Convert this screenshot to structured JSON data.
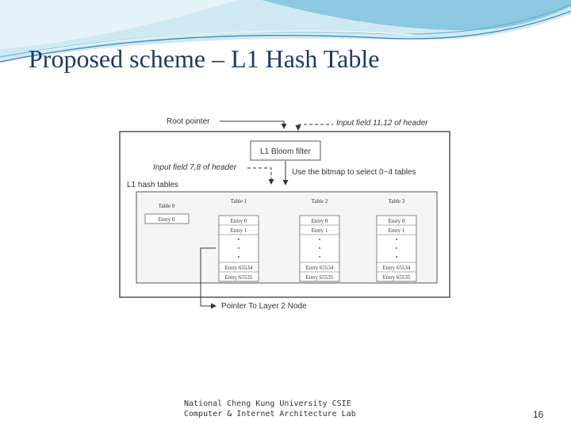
{
  "slide": {
    "title": "Proposed scheme – L1 Hash Table",
    "footer_line1": "National Cheng Kung University CSIE",
    "footer_line2": "Computer & Internet Architecture Lab",
    "page_number": "16"
  },
  "colors": {
    "title": "#1f3a66",
    "wave_light": "#cfe9f3",
    "wave_mid": "#8cc8df",
    "wave_dark": "#2f89b5"
  },
  "diagram": {
    "root_pointer": "Root pointer",
    "input_field_11_12": "Input field 11,12 of header",
    "bloom_filter": "L1 Bloom filter",
    "input_field_7_8": "Input field 7,8 of header",
    "bitmap_note": "Use the bitmap to select 0~4 tables",
    "hash_tables_label": "L1 hash tables",
    "pointer_layer2": "Pointer To Layer 2 Node",
    "table0": {
      "name": "Table 0",
      "entries": [
        "Entry 0"
      ]
    },
    "tables": [
      {
        "name": "Table 1",
        "top": [
          "Entry 0",
          "Entry 1"
        ],
        "bottom": [
          "Entry 65534",
          "Entry 65535"
        ]
      },
      {
        "name": "Table 2",
        "top": [
          "Entry 0",
          "Entry 1"
        ],
        "bottom": [
          "Entry 65534",
          "Entry 65535"
        ]
      },
      {
        "name": "Table 3",
        "top": [
          "Entry 0",
          "Entry 1"
        ],
        "bottom": [
          "Entry 65534",
          "Entry 65535"
        ]
      }
    ]
  }
}
